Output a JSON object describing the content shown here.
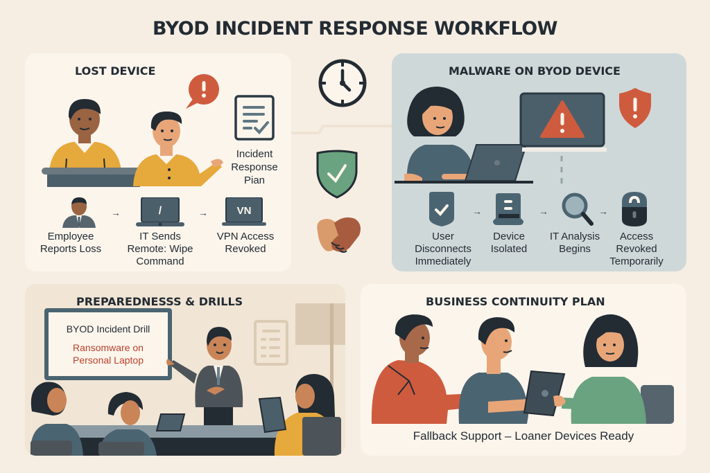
{
  "title": "BYOD INCIDENT RESPONSE WORKFLOW",
  "colors": {
    "background": "#f6eee3",
    "ink": "#232b33",
    "slate": "#4b5f6b",
    "alert_red": "#cf5b3e",
    "mustard": "#e6a93b",
    "green": "#6aa37f",
    "malware_panel": "#cfd8d9"
  },
  "center_icons": [
    {
      "name": "clock-icon"
    },
    {
      "name": "shield-check-icon"
    },
    {
      "name": "handshake-icon"
    }
  ],
  "lost_device": {
    "title": "LOST DEVICE",
    "plan_label": "Incident\nResponse\nPian",
    "plan_lines": [
      "Incident",
      "Response",
      "Pian"
    ],
    "steps": [
      {
        "icon": "employee-icon",
        "lines": [
          "Employee",
          "Reports Loss"
        ]
      },
      {
        "icon": "laptop-wipe-icon",
        "lines": [
          "IT Sends",
          "Remote: Wipe",
          "Command"
        ],
        "screen_text": "/"
      },
      {
        "icon": "laptop-vpn-icon",
        "lines": [
          "VPN Access",
          "Revoked"
        ],
        "screen_text": "VN"
      }
    ],
    "arrow": "→"
  },
  "malware": {
    "title": "MALWARE ON BYOD DEVICE",
    "steps": [
      {
        "icon": "check-badge-icon",
        "lines": [
          "User",
          "Disconnects",
          "Immediately"
        ]
      },
      {
        "icon": "isolated-device-icon",
        "lines": [
          "Device",
          "Isolated"
        ]
      },
      {
        "icon": "magnifier-icon",
        "lines": [
          "IT Analysis",
          "Begins"
        ]
      },
      {
        "icon": "unlocked-padlock-icon",
        "lines": [
          "Access",
          "Revoked",
          "Temporarily"
        ]
      }
    ],
    "arrow": "→"
  },
  "preparedness": {
    "title": "PREPAREDNESSS & DRILLS",
    "screen_heading": "BYOD Incident Drill",
    "screen_subtitle_lines": [
      "Ransomware on",
      "Personal Laptop"
    ]
  },
  "business_continuity": {
    "title": "BUSINESS CONTINUITY PLAN",
    "caption": "Fallback Support – Loaner Devices Ready"
  }
}
